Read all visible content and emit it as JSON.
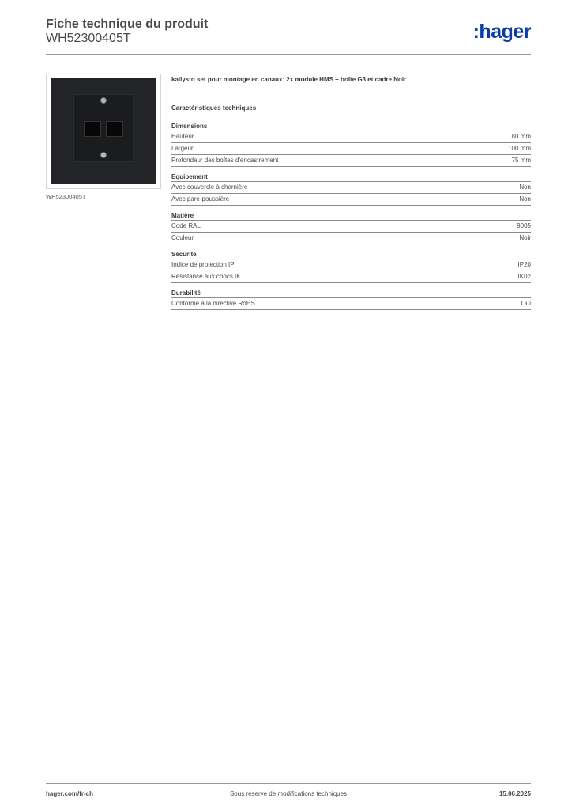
{
  "header": {
    "title": "Fiche technique du produit",
    "product_code": "WH52300405T",
    "logo_text": ":hager",
    "logo_color": "#0b3da8"
  },
  "product": {
    "image_caption": "WH52300405T",
    "description": "kallysto set pour montage en canaux: 2x module HMS + boîte G3 et cadre Noir"
  },
  "specs": {
    "heading": "Caractéristiques techniques",
    "groups": [
      {
        "title": "Dimensions",
        "rows": [
          {
            "label": "Hauteur",
            "value": "80 mm"
          },
          {
            "label": "Largeur",
            "value": "100 mm"
          },
          {
            "label": "Profondeur des boîtes d'encastrement",
            "value": "75 mm"
          }
        ]
      },
      {
        "title": "Equipement",
        "rows": [
          {
            "label": "Avec couvercle à charnière",
            "value": "Non"
          },
          {
            "label": "Avec pare-poussière",
            "value": "Non"
          }
        ]
      },
      {
        "title": "Matière",
        "rows": [
          {
            "label": "Code RAL",
            "value": "9005"
          },
          {
            "label": "Couleur",
            "value": "Noir"
          }
        ]
      },
      {
        "title": "Sécurité",
        "rows": [
          {
            "label": "Indice de protection IP",
            "value": "IP20"
          },
          {
            "label": "Résistance aux chocs IK",
            "value": "IK02"
          }
        ]
      },
      {
        "title": "Durabilité",
        "rows": [
          {
            "label": "Conforme à la directive RoHS",
            "value": "Oui"
          }
        ]
      }
    ]
  },
  "footer": {
    "website": "hager.com/fr-ch",
    "notice": "Sous réserve de modifications techniques",
    "date": "15.06.2025"
  }
}
